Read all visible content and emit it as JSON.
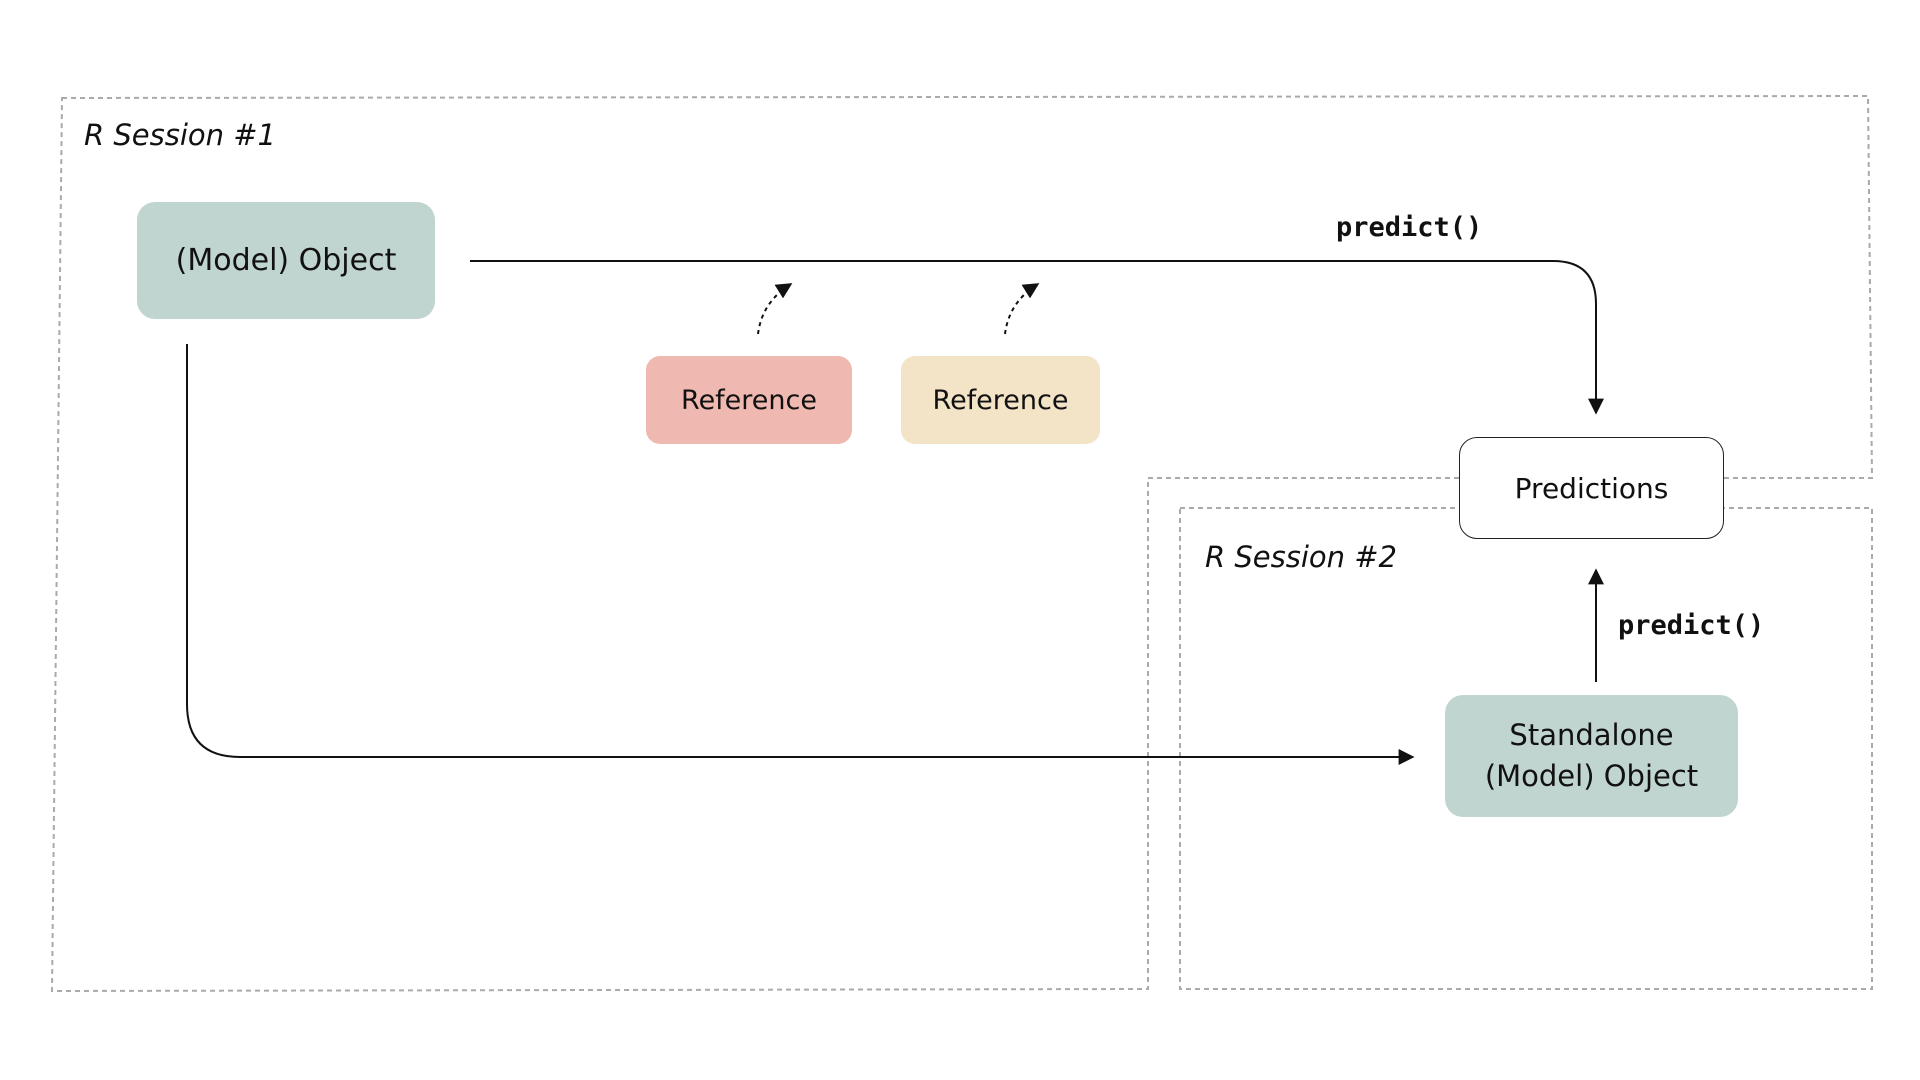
{
  "sessions": {
    "session1_label": "R Session #1",
    "session2_label": "R Session #2"
  },
  "nodes": {
    "model_object": "(Model) Object",
    "reference_1": "Reference",
    "reference_2": "Reference",
    "predictions": "Predictions",
    "standalone_line1": "Standalone",
    "standalone_line2": "(Model) Object"
  },
  "edges": {
    "predict_top": "predict()",
    "predict_right": "predict()"
  },
  "colors": {
    "model_fill": "#c1d5d0",
    "reference_1_fill": "#efb8b0",
    "reference_2_fill": "#f3e3c7",
    "predictions_fill": "#ffffff",
    "dashed_border": "#aaaaaa",
    "arrow": "#111111"
  }
}
